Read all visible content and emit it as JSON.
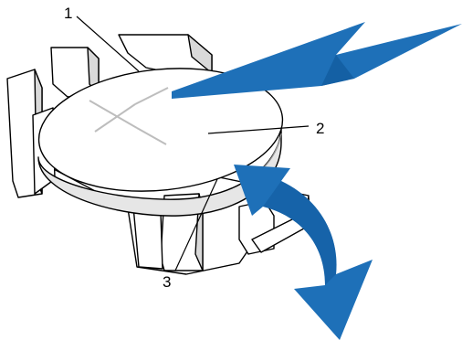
{
  "diagram": {
    "callouts": [
      {
        "id": "1",
        "label": "1"
      },
      {
        "id": "2",
        "label": "2"
      },
      {
        "id": "3",
        "label": "3"
      }
    ],
    "colors": {
      "arrow_fill": "#1e70b8",
      "arrow_shade": "#0d5596",
      "battery_top": "#ffffff",
      "battery_edge": "#e6e6e6",
      "holder_face": "#ffffff",
      "holder_shade": "#d9d9d9",
      "line": "#000000"
    },
    "icons": [
      "battery-cell",
      "battery-connector",
      "release-arrow",
      "rotate-arrow"
    ]
  }
}
